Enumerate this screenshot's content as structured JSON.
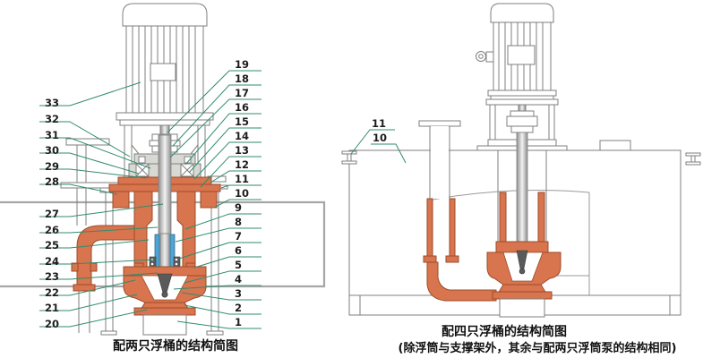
{
  "colors": {
    "pump_section_fill": "#d8744e",
    "pump_section_stroke": "#9c4c2a",
    "leader_line": "#2f8c6e",
    "outline_gray": "#7f7f7f",
    "float_band_gray": "#a6a6a6",
    "shaft_sleeve_blue": "#4fa4d4",
    "callout_text": "#1c1c1c"
  },
  "left_diagram": {
    "caption": "配两只浮桶的结构简图",
    "callouts_left": [
      {
        "n": "33"
      },
      {
        "n": "32"
      },
      {
        "n": "31"
      },
      {
        "n": "30"
      },
      {
        "n": "29"
      },
      {
        "n": "28"
      },
      {
        "n": "27"
      },
      {
        "n": "26"
      },
      {
        "n": "25"
      },
      {
        "n": "24"
      },
      {
        "n": "23"
      },
      {
        "n": "22"
      },
      {
        "n": "21"
      },
      {
        "n": "20"
      }
    ],
    "callouts_right": [
      {
        "n": "19"
      },
      {
        "n": "18"
      },
      {
        "n": "17"
      },
      {
        "n": "16"
      },
      {
        "n": "15"
      },
      {
        "n": "14"
      },
      {
        "n": "13"
      },
      {
        "n": "12"
      },
      {
        "n": "11"
      },
      {
        "n": "10"
      },
      {
        "n": "9"
      },
      {
        "n": "8"
      },
      {
        "n": "7"
      },
      {
        "n": "6"
      },
      {
        "n": "5"
      },
      {
        "n": "4"
      },
      {
        "n": "3"
      },
      {
        "n": "2"
      },
      {
        "n": "1"
      }
    ]
  },
  "right_diagram": {
    "caption": "配四只浮桶的结构简图",
    "caption_note": "(除浮筒与支撑架外，其余与配两只浮筒泵的结构相同)",
    "callouts": [
      {
        "n": "11"
      },
      {
        "n": "10"
      }
    ]
  }
}
